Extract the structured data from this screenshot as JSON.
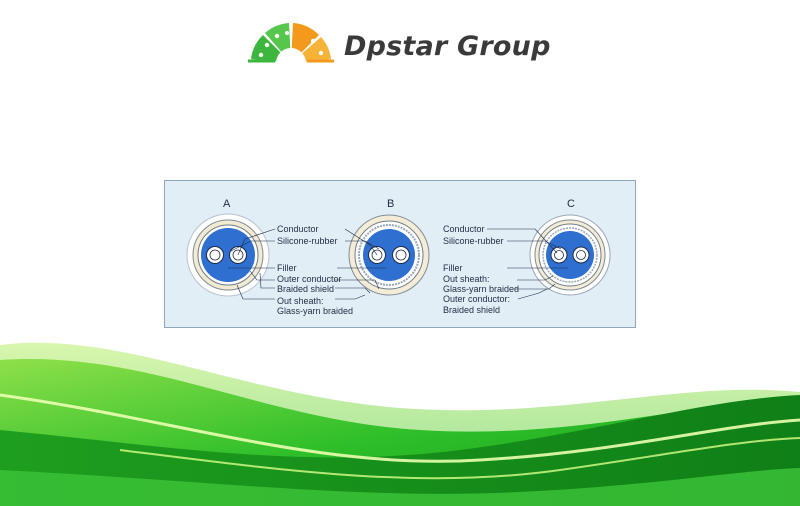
{
  "brand": {
    "name": "Dpstar Group",
    "logo_icon": "sunburst-logo-icon"
  },
  "colors": {
    "green": "#3cb63c",
    "orange": "#f39a1d",
    "core_blue": "#2f6fd0",
    "panel_bg": "#e2eef6"
  },
  "diagram": {
    "A": {
      "letter": "A",
      "labels": [
        "Conductor",
        "Silicone-rubber",
        "Filler",
        "Outer conductor",
        "Braided shield",
        "Out sheath:",
        "Glass-yarn braided"
      ]
    },
    "B": {
      "letter": "B"
    },
    "C": {
      "letter": "C",
      "labels": [
        "Conductor",
        "Silicone-rubber",
        "Filler",
        "Out sheath:",
        "Glass-yarn braided",
        "Outer conductor:",
        "Braided shield"
      ]
    }
  }
}
